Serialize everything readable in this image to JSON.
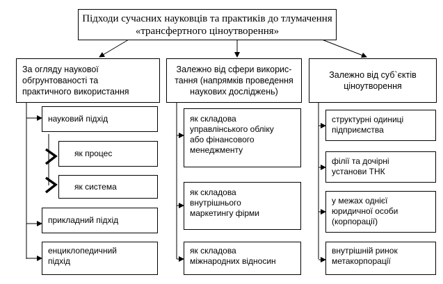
{
  "root": {
    "title": "Підходи сучасних науковців та практиків до тлумачення\n«трансфертного ціноутворення»"
  },
  "categories": [
    {
      "label": "За огляду  наукової\nобгрунтованості та\nпрактичного використання",
      "items": [
        {
          "label": "науковий підхід"
        },
        {
          "label": "як процес"
        },
        {
          "label": "як система"
        },
        {
          "label": "прикладний підхід"
        },
        {
          "label": "енциклопедичний\nпідхід"
        }
      ]
    },
    {
      "label": "Залежно від сфери викорис-\nтання (напрямків проведення\nнаукових досліджень)",
      "items": [
        {
          "label": "як складова\nуправлінського обліку\nабо фінансового\nменеджменту"
        },
        {
          "label": "як складова\nвнутрішнього\nмаркетингу фірми"
        },
        {
          "label": "як складова\nміжнародних відносин"
        }
      ]
    },
    {
      "label": "Залежно від суб`єктів\nціноутворення",
      "items": [
        {
          "label": "структурні одиниці\nпідприємства"
        },
        {
          "label": "філії та дочірні\nустанови ТНК"
        },
        {
          "label": "у межах однієї\nюридичної особи\n(корпорації)"
        },
        {
          "label": "внутрішній ринок\nметакорпорації"
        }
      ]
    }
  ]
}
